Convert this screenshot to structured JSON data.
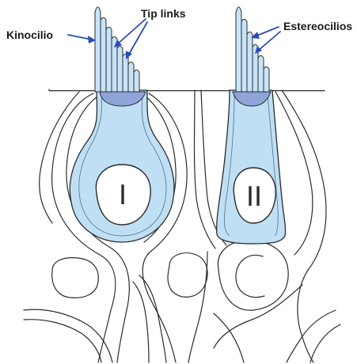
{
  "labels": {
    "kinocilio": "Kinocilio",
    "tip_links": "Tip links",
    "estereocilios": "Estereocilios"
  },
  "cells": {
    "type_one": "I",
    "type_two": "II"
  },
  "colors": {
    "cell_fill": "#bfdff5",
    "cuticular_plate": "#8fa4d8",
    "arrow": "#2c4bb8",
    "outline": "#2b2b2b"
  }
}
